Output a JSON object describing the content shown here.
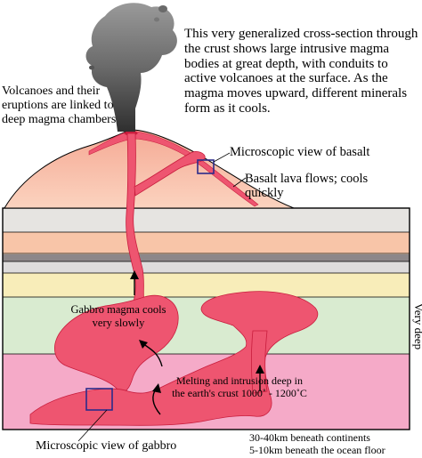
{
  "labels": {
    "description": "This very generalized cross-section through the crust shows large intrusive magma bodies at great depth, with conduits to active volcanoes at the surface. As the magma moves upward, different minerals form as it cools.",
    "volcano_note": "Volcanoes and their eruptions are linked to deep magma chambers",
    "basalt_view": "Microscopic view of basalt",
    "basalt_flows": "Basalt lava flows; cools quickly",
    "gabbro_magma": "Gabbro magma cools very slowly",
    "melting_note": "Melting and intrusion deep in the earth's crust 1000˚ - 1200˚C",
    "gabbro_view": "Microscopic view of gabbro",
    "depth_note_1": "30-40km beneath continents",
    "depth_note_2": "5-10km beneath the ocean floor",
    "very_deep": "Very deep"
  },
  "strata": [
    {
      "name": "upper-light-grey",
      "color": "#e6e4e1"
    },
    {
      "name": "peach",
      "color": "#f8c5a8"
    },
    {
      "name": "light-peach",
      "color": "#fbdcc3"
    },
    {
      "name": "dark-grey",
      "color": "#8d8789"
    },
    {
      "name": "light-grey",
      "color": "#dedcdc"
    },
    {
      "name": "pale-yellow",
      "color": "#f8edb9"
    },
    {
      "name": "pale-green",
      "color": "#d9ebd0"
    },
    {
      "name": "pink",
      "color": "#f5aac8"
    }
  ],
  "colors": {
    "magma": "#ee5570",
    "magma_outline": "#c81d3d",
    "volcano": "#f6b49a",
    "smoke": "#5f5f5f",
    "box": "#2b2b8a"
  },
  "icons": [
    "ash-plume",
    "ash-puff",
    "flow-arrow",
    "magnifier-box"
  ]
}
